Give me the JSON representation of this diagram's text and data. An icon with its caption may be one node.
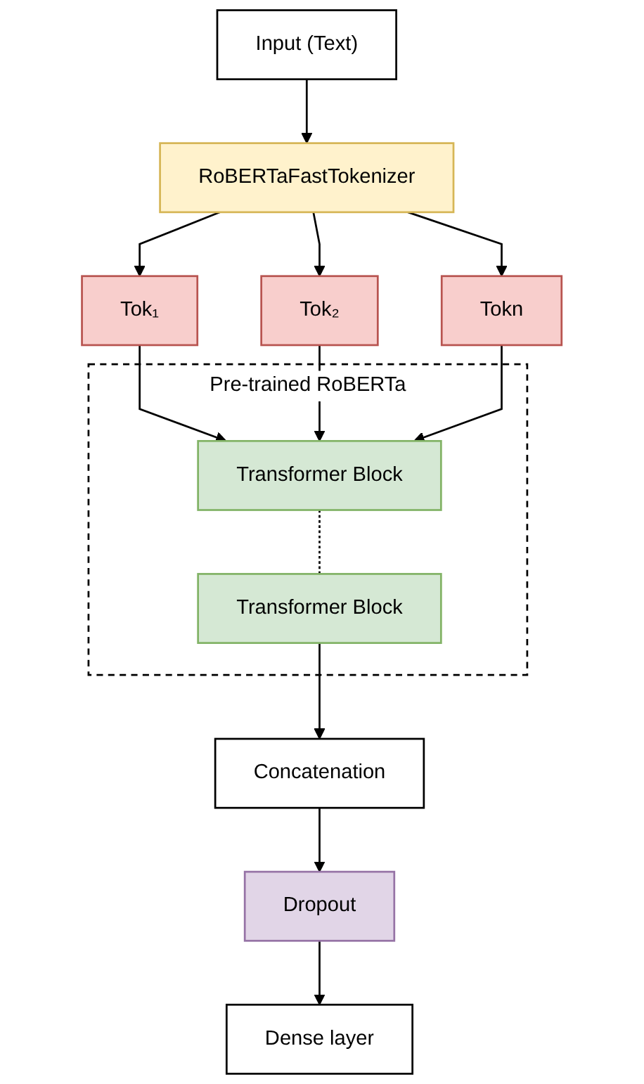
{
  "diagram": {
    "nodes": [
      {
        "text": [
          "Input (Text)"
        ]
      },
      {
        "text": [
          "RoBERTaFastTokenizer"
        ]
      },
      {
        "text": [
          "Tok₁"
        ]
      },
      {
        "text": [
          "Tok₂"
        ]
      },
      {
        "text": [
          "Tokn"
        ]
      },
      {
        "text": [
          "Pre-trained RoBERTa"
        ]
      },
      {
        "text": [
          "Transformer Block"
        ],
        "in": 5
      },
      {
        "text": [
          "Transformer Block"
        ],
        "in": 5
      },
      {
        "text": [
          "Concatenation"
        ]
      },
      {
        "text": [
          "Dropout"
        ]
      },
      {
        "text": [
          "Dense layer"
        ]
      }
    ],
    "edges": [
      {
        "from": 0,
        "to": 1,
        "arrow": "to"
      },
      {
        "from": 1,
        "to": 2,
        "arrow": "to"
      },
      {
        "from": 1,
        "to": 3,
        "arrow": "to"
      },
      {
        "from": 1,
        "to": 4,
        "arrow": "to"
      },
      {
        "from": 2,
        "to": 6,
        "arrow": "to"
      },
      {
        "from": 3,
        "to": 6,
        "arrow": "to"
      },
      {
        "from": 4,
        "to": 6,
        "arrow": "to"
      },
      {
        "from": 6,
        "to": 7,
        "arrow": "none",
        "style": "dashed"
      },
      {
        "from": 7,
        "to": 8,
        "arrow": "to"
      },
      {
        "from": 8,
        "to": 9,
        "arrow": "to"
      },
      {
        "from": 9,
        "to": 10,
        "arrow": "to"
      }
    ]
  }
}
